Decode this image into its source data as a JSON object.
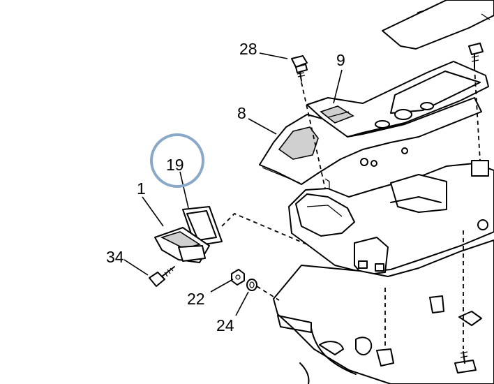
{
  "diagram": {
    "highlight_color": "#8aa9c9",
    "line_color": "#000000",
    "callouts": [
      {
        "id": "28",
        "label": "28"
      },
      {
        "id": "9",
        "label": "9"
      },
      {
        "id": "8",
        "label": "8"
      },
      {
        "id": "19",
        "label": "19"
      },
      {
        "id": "1",
        "label": "1"
      },
      {
        "id": "34",
        "label": "34"
      },
      {
        "id": "22",
        "label": "22"
      },
      {
        "id": "24",
        "label": "24"
      }
    ],
    "highlighted_callout": "19"
  }
}
